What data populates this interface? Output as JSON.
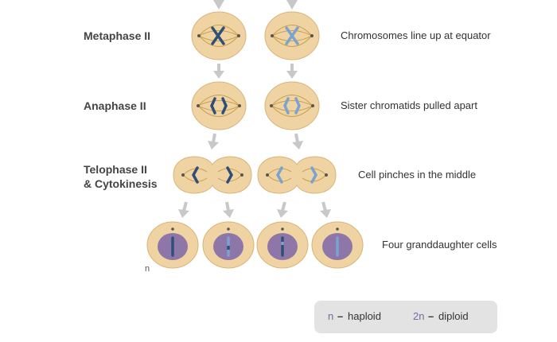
{
  "stages": [
    {
      "name": "Metaphase II",
      "description": "Chromosomes line up at equator"
    },
    {
      "name": "Anaphase II",
      "description": "Sister chromatids pulled apart"
    },
    {
      "name": "Telophase II & Cytokinesis",
      "name_line1": "Telophase II",
      "name_line2": "& Cytokinesis",
      "description": "Cell pinches in the middle"
    },
    {
      "name": "",
      "description": "Four granddaughter cells"
    }
  ],
  "ploidy_label": "n",
  "legend": {
    "haploid_symbol": "n",
    "haploid_dash": "–",
    "haploid_text": "haploid",
    "diploid_symbol": "2n",
    "diploid_dash": "–",
    "diploid_text": "diploid"
  },
  "colors": {
    "cell": "#efd3a3",
    "cell_outline": "#d9b47a",
    "spindle": "#c9a04e",
    "nucleus": "#8f76a8",
    "chromosome_dark": "#2f4f79",
    "chromosome_light": "#7ba3cf",
    "arrow": "#c8c8c8"
  }
}
